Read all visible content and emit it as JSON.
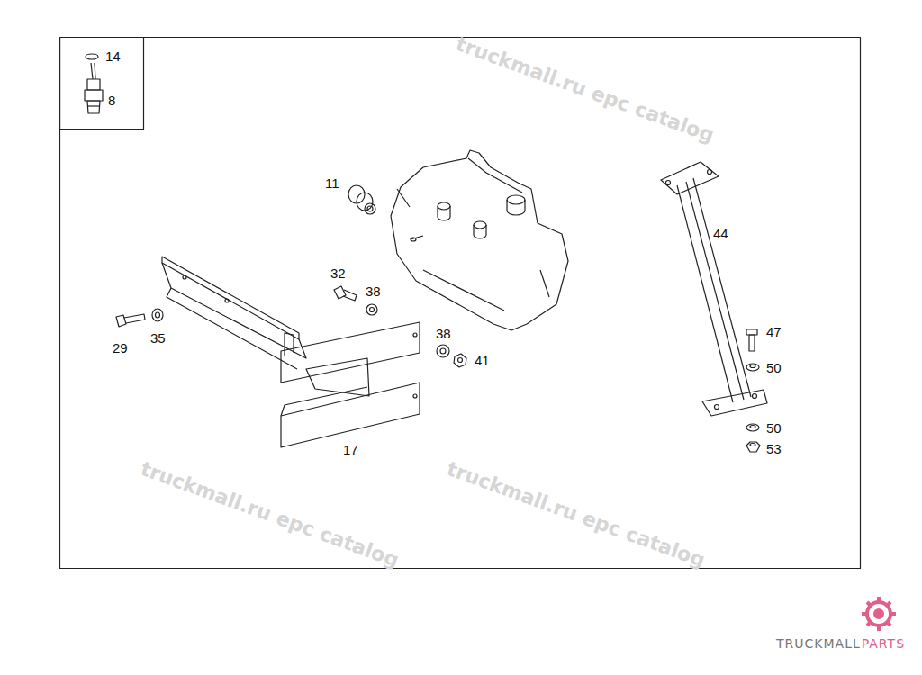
{
  "diagram": {
    "labels": [
      "14",
      "8",
      "11",
      "44",
      "32",
      "38",
      "29",
      "35",
      "38",
      "41",
      "47",
      "50",
      "50",
      "53",
      "17",
      "truckmall.ru epc catalog",
      "truckmall.ru epc catalog",
      "truckmall.ru epc catalog",
      "TRUCKMALL",
      "PARTS"
    ]
  }
}
